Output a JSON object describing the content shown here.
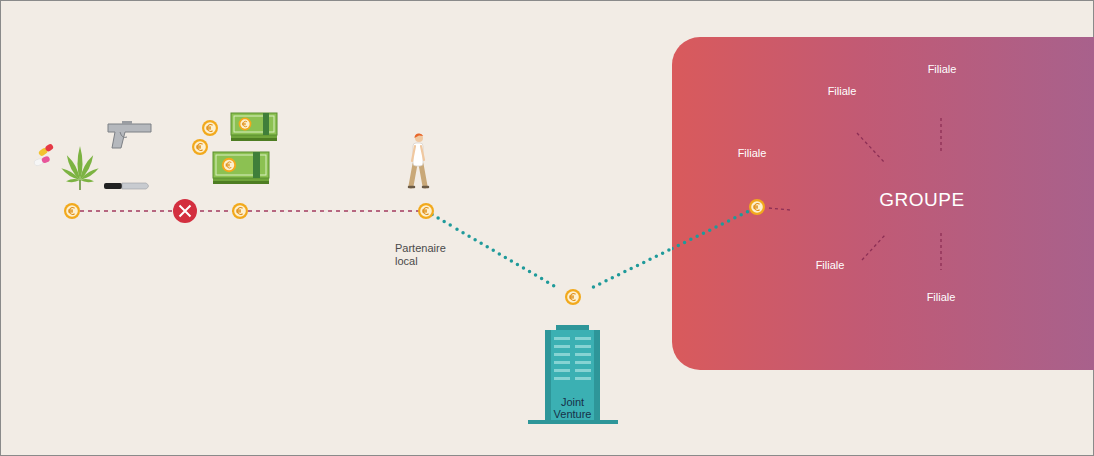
{
  "diagram": {
    "nodes": [
      {
        "text": [
          "Partenaire local"
        ]
      },
      {
        "text": [
          "Joint Venture"
        ]
      },
      {
        "text": [
          "GROUPE"
        ]
      }
    ],
    "edges": [
      {
        "from": 0,
        "to": 1,
        "arrow": "none"
      },
      {
        "from": 1,
        "to": 2,
        "arrow": "none"
      }
    ],
    "labels": [
      "Filiale",
      "Filiale",
      "Filiale",
      "Filiale",
      "Filiale"
    ]
  }
}
